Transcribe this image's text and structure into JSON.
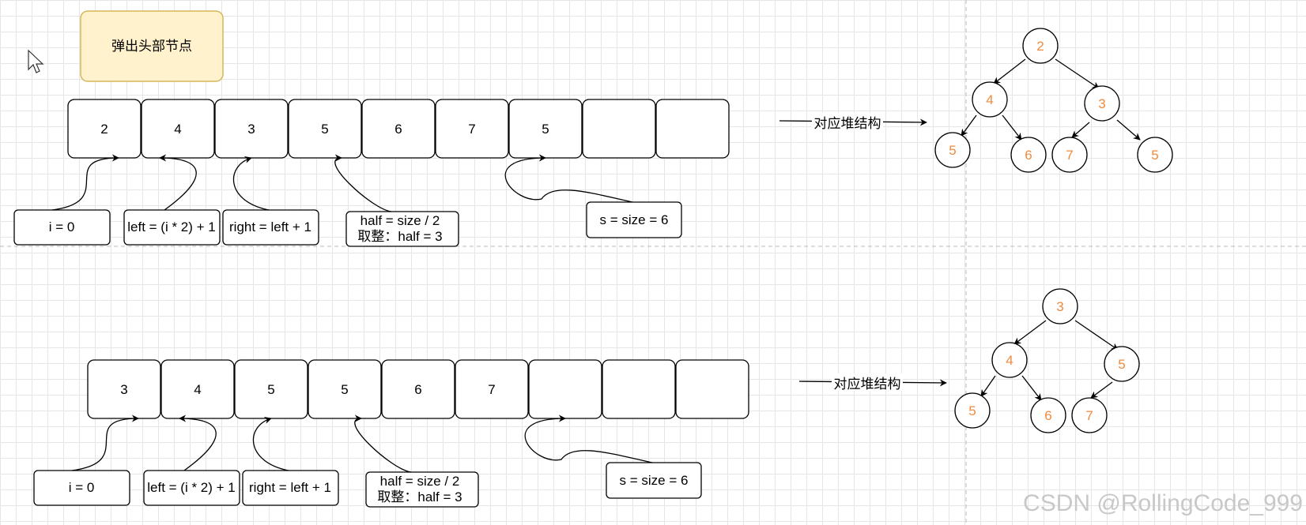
{
  "title": "弹出头部节点",
  "heap_label": "对应堆结构",
  "watermark": "CSDN @RollingCode_999",
  "colors": {
    "node_value": "#f08a3c",
    "title_fill": "#fff2cc",
    "title_border": "#d6b656"
  },
  "top": {
    "cells": [
      "2",
      "4",
      "3",
      "5",
      "6",
      "7",
      "5",
      "",
      ""
    ],
    "labels": {
      "i": "i = 0",
      "left": "left = (i * 2) + 1",
      "right": "right = left + 1",
      "half1": "half = size / 2",
      "half2": "取整：half = 3",
      "s": "s = size = 6"
    },
    "tree": {
      "root": "2",
      "l": "4",
      "r": "3",
      "ll": "5",
      "lr": "6",
      "rl": "7",
      "rr": "5"
    }
  },
  "bottom": {
    "cells": [
      "3",
      "4",
      "5",
      "5",
      "6",
      "7",
      "",
      "",
      ""
    ],
    "labels": {
      "i": "i = 0",
      "left": "left = (i * 2) + 1",
      "right": "right = left + 1",
      "half1": "half = size / 2",
      "half2": "取整：half = 3",
      "s": "s = size = 6"
    },
    "tree": {
      "root": "3",
      "l": "4",
      "r": "5",
      "ll": "5",
      "lr": "6",
      "rl": "7"
    }
  }
}
